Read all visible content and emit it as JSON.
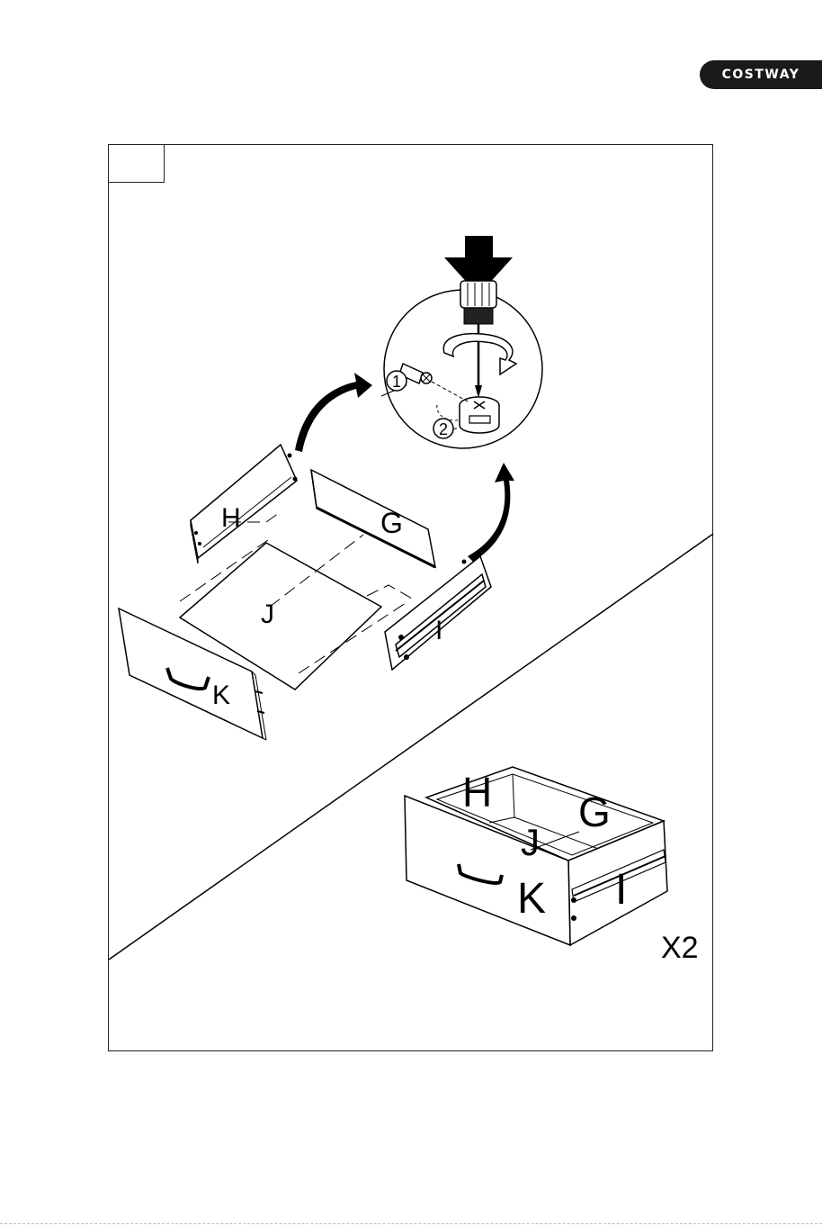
{
  "header": {
    "brand": "COSTWAY"
  },
  "step": {
    "number": ""
  },
  "callout": {
    "step_one": "1",
    "step_two": "2"
  },
  "parts": {
    "exploded": {
      "h": "H",
      "g": "G",
      "j": "J",
      "k": "K",
      "i": "I"
    },
    "assembled": {
      "h": "H",
      "g": "G",
      "j": "J",
      "k": "K",
      "i": "I"
    }
  },
  "quantity": "X2"
}
